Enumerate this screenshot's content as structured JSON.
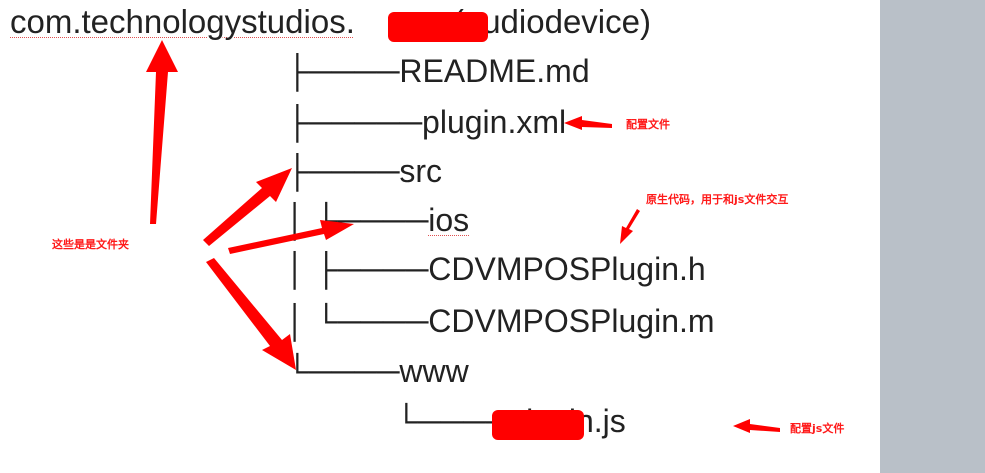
{
  "tree": {
    "root_prefix": "com.technologystudios.",
    "root_suffix": "(audiodevice)",
    "lines": [
      {
        "branch": "├──── ",
        "text": "README.md"
      },
      {
        "branch": "├───── ",
        "text": "plugin.xml"
      },
      {
        "branch": "├──── ",
        "text": "src"
      },
      {
        "branch": "│  └──── ",
        "text": "ios"
      },
      {
        "branch": "│  ├──── ",
        "text": "CDVMPOSPlugin.h"
      },
      {
        "branch": "│  └──── ",
        "text": "CDVMPOSPlugin.m"
      },
      {
        "branch": "└──── ",
        "text": "www"
      },
      {
        "branch": "└──── ",
        "text": "plugin.js"
      }
    ]
  },
  "annotations": {
    "config_file": "配置文件",
    "native_code": "原生代码，用于和js文件交互",
    "folders": "这些是是文件夹",
    "config_js": "配置js文件"
  },
  "colors": {
    "annotation_red": "#ff1a1a",
    "text": "#222222",
    "sidebar": "#b9c0c8"
  }
}
